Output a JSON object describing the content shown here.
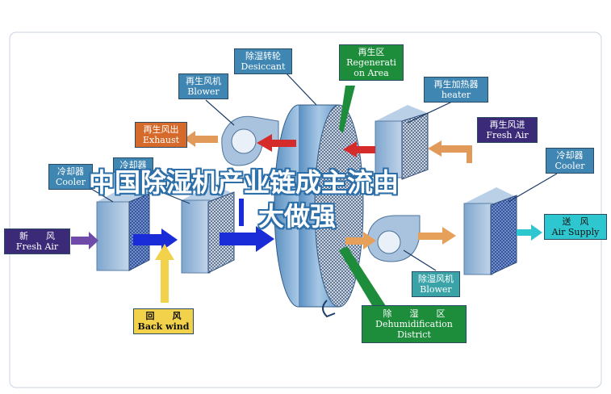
{
  "labels": {
    "desiccant": {
      "zh": "除湿转轮",
      "en": "Desiccant"
    },
    "regen_area": {
      "zh": "再生区",
      "en1": "Regenerati",
      "en2": "on Area"
    },
    "regen_blower": {
      "zh": "再生风机",
      "en": "Blower"
    },
    "regen_heater": {
      "zh": "再生加热器",
      "en": "heater"
    },
    "exhaust": {
      "zh": "再生风出",
      "en": "Exhaust"
    },
    "regen_fresh_air": {
      "zh": "再生风进",
      "en": "Fresh Air"
    },
    "cooler_left": {
      "zh": "冷却器",
      "en": "Cooler"
    },
    "cooler_mid": {
      "zh": "冷却器"
    },
    "cooler_right": {
      "zh": "冷却器",
      "en": "Cooler"
    },
    "fresh_air": {
      "zh": "新　　风",
      "en": "Fresh Air"
    },
    "supply_air": {
      "zh": "送　风",
      "en": "Air Supply"
    },
    "dehum_blower": {
      "zh": "除湿风机",
      "en": "Blower"
    },
    "back_wind": {
      "zh": "回　　风",
      "en": "Back wind"
    },
    "dehum_district": {
      "zh": "除　　湿　　区",
      "en1": "Dehumidification",
      "en2": "District"
    }
  },
  "overlay": {
    "line1": "中国除湿机产业链成主流由",
    "line2": "大做强"
  },
  "colors": {
    "label_blue": "#3f86b3",
    "regen_purple": "#3a2a78",
    "exhaust_orange": "#d56a2a",
    "back_yellow": "#f2d24a",
    "supply_cyan": "#2ec7cf",
    "dehum_green": "#1d8c3b",
    "arrow_red": "#d52b2b",
    "arrow_blue": "#1a2bd8",
    "arrow_orange": "#e7a05a"
  }
}
